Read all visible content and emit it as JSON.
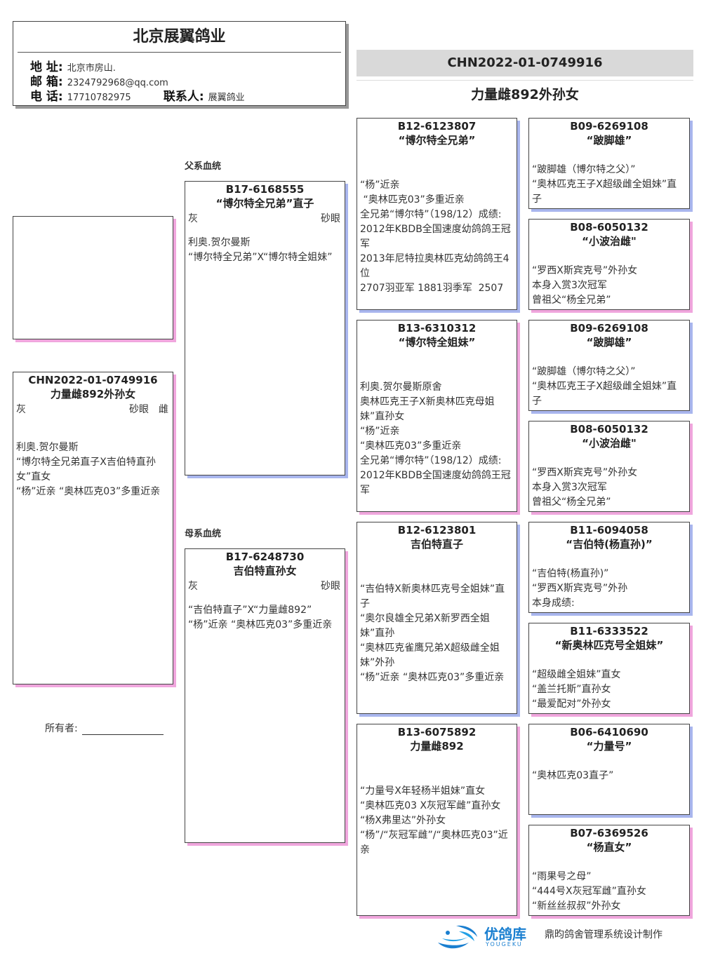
{
  "header": {
    "title": "北京展翼鸽业",
    "address_label": "地 址:",
    "address": "北京市房山.",
    "email_label": "邮 箱:",
    "email": "2324792968@qq.com",
    "phone_label": "电 话:",
    "phone": "17710782975",
    "contact_label": "联系人:",
    "contact": "展翼鸽业"
  },
  "subject_top": {
    "ring": "CHN2022-01-0749916",
    "name": "力量雌892外孙女"
  },
  "subject": {
    "ring": "CHN2022-01-0749916",
    "name": "力量雌892外孙女",
    "color": "灰",
    "eye": "砂眼",
    "sex": "雌",
    "desc": "利奥.贺尔曼斯\n“博尔特全兄弟直子X吉伯特直孙女”直女\n“杨”近亲 “奥林匹克03”多重近亲"
  },
  "labels": {
    "sire_line": "父系血统",
    "dam_line": "母系血统",
    "owner": "所有者:"
  },
  "sire": {
    "ring": "B17-6168555",
    "name": "“博尔特全兄弟”直子",
    "color": "灰",
    "eye": "砂眼",
    "desc": "利奥.贺尔曼斯\n“博尔特全兄弟”X“博尔特全姐妹”"
  },
  "dam": {
    "ring": "B17-6248730",
    "name": "吉伯特直孙女",
    "color": "灰",
    "eye": "砂眼",
    "desc": "“吉伯特直子”X“力量雌892”\n“杨”近亲 “奥林匹克03”多重近亲"
  },
  "g2": [
    {
      "ring": "B12-6123807",
      "name": "“博尔特全兄弟”",
      "desc": "“杨”近亲\n “奥林匹克03”多重近亲\n全兄弟“博尔特”（198/12）成绩:\n2012年KBDB全国速度幼鸽鸽王冠军\n2013年尼特拉奥林匹克幼鸽鸽王4位\n2707羽亚军 1881羽季军  2507"
    },
    {
      "ring": "B13-6310312",
      "name": "“博尔特全姐妹”",
      "desc": "利奥.贺尔曼斯原舍\n奥林匹克王子X新奥林匹克母姐妹”直孙女\n“杨”近亲\n“奥林匹克03”多重近亲\n全兄弟“博尔特”（198/12）成绩:\n2012年KBDB全国速度幼鸽鸽王冠军"
    },
    {
      "ring": "B12-6123801",
      "name": "吉伯特直子",
      "desc": "“吉伯特X新奥林匹克号全姐妹”直子\n“奥尔良雄全兄弟X新罗西全姐妹”直孙\n“奥林匹克雀鹰兄弟X超级雌全姐妹”外孙\n“杨”近亲 “奥林匹克03”多重近亲"
    },
    {
      "ring": "B13-6075892",
      "name": "力量雌892",
      "desc": "“力量号X年轻杨半姐妹”直女\n“奥林匹克03 X灰冠军雌”直孙女\n“杨X弗里达”外孙女\n“杨”/“灰冠军雌”/“奥林匹克03”近亲"
    }
  ],
  "g3": [
    {
      "ring": "B09-6269108",
      "name": "“跛脚雄”",
      "desc": "“跛脚雄（博尔特之父）”\n“奥林匹克王子X超级雌全姐妹”直子"
    },
    {
      "ring": "B08-6050132",
      "name": "“小波治雌\"",
      "desc": "“罗西X斯宾克号”外孙女\n本身入赏3次冠军\n曾祖父“杨全兄弟”"
    },
    {
      "ring": "B09-6269108",
      "name": "“跛脚雄”",
      "desc": "“跛脚雄（博尔特之父）”\n“奥林匹克王子X超级雌全姐妹”直子"
    },
    {
      "ring": "B08-6050132",
      "name": "“小波治雌\"",
      "desc": "“罗西X斯宾克号”外孙女\n本身入赏3次冠军\n曾祖父“杨全兄弟”"
    },
    {
      "ring": "B11-6094058",
      "name": "“吉伯特(杨直孙)”",
      "desc": "“吉伯特(杨直孙)”\n“罗西X斯宾克号”外孙\n本身成绩:"
    },
    {
      "ring": "B11-6333522",
      "name": "“新奥林匹克号全姐妹”",
      "desc": "“超级雌全姐妹”直女\n“盖兰托斯”直孙女\n“最爱配对”外孙女"
    },
    {
      "ring": "B06-6410690",
      "name": "“力量号”",
      "desc": "“奥林匹克03直子”"
    },
    {
      "ring": "B07-6369526",
      "name": "“杨直女”",
      "desc": "“雨果号之母”\n“444号X灰冠军雌”直孙女\n“新丝丝叔叔”外孙女"
    }
  ],
  "footer": {
    "brand": "优鸽库",
    "brand_sub": "YOUGEKU",
    "note": "鼎昀鸽舍管理系统设计制作"
  },
  "colors": {
    "shadow_blue": "#a9b6ee",
    "shadow_pink": "#f0a6dd",
    "ring_band": "#d9d9d9",
    "brand": "#1a7fd0"
  }
}
